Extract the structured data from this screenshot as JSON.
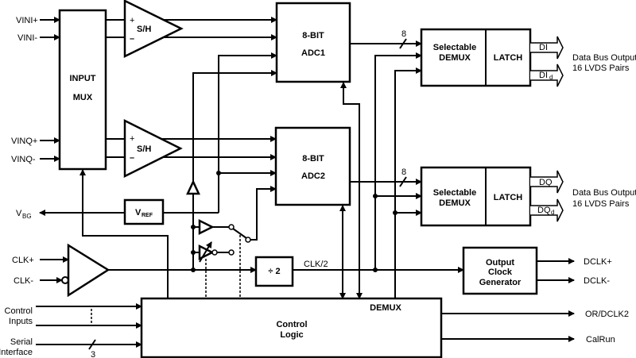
{
  "inputs": {
    "vin_i_plus": "VINI+",
    "vin_i_minus": "VINI-",
    "vin_q_plus": "VINQ+",
    "vin_q_minus": "VINQ-",
    "clk_plus": "CLK+",
    "clk_minus": "CLK-",
    "control_1": "Control",
    "control_2": "Inputs",
    "serial_1": "Serial",
    "serial_2": "Interface",
    "serial_width": "3"
  },
  "blocks": {
    "mux_1": "INPUT",
    "mux_2": "MUX",
    "sh": "S/H",
    "plus": "+",
    "minus": "–",
    "adc_1": "8-BIT",
    "adc1_2": "ADC1",
    "adc2_2": "ADC2",
    "vref": "V",
    "vref_sub": "REF",
    "div": "÷ 2",
    "clk2": "CLK/2",
    "demux_1": "Selectable",
    "demux_2": "DEMUX",
    "latch": "LATCH",
    "ocg_1": "Output",
    "ocg_2": "Clock",
    "ocg_3": "Generator",
    "ctrl_1": "Control",
    "ctrl_2": "Logic",
    "ctrl_demux": "DEMUX",
    "bus_width": "8"
  },
  "outputs": {
    "vbg": "V",
    "vbg_sub": "BG",
    "di": "DI",
    "did": "DI",
    "did_sub": "d",
    "dq": "DQ",
    "dqd": "DQ",
    "dqd_sub": "d",
    "bus_1": "Data Bus Output",
    "bus_2": "16 LVDS Pairs",
    "dclk_plus": "DCLK+",
    "dclk_minus": "DCLK-",
    "or_dclk2": "OR/DCLK2",
    "calrun": "CalRun"
  }
}
